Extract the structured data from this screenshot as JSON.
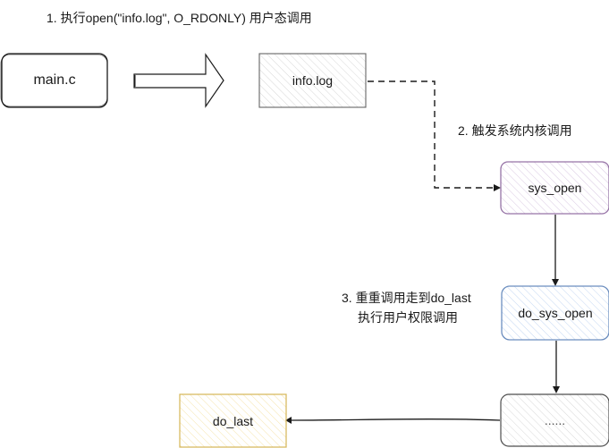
{
  "annotations": {
    "step1": "1. 执行open(\"info.log\", O_RDONLY) 用户态调用",
    "step2": "2. 触发系统内核调用",
    "step3_line1": "3. 重重调用走到do_last",
    "step3_line2": "执行用户权限调用"
  },
  "nodes": {
    "main": {
      "label": "main.c",
      "stroke": "#1a1a1a",
      "fill": "#ffffff"
    },
    "info_log": {
      "label": "info.log",
      "stroke": "#666666",
      "fill": "#f5f5f5"
    },
    "sys_open": {
      "label": "sys_open",
      "stroke": "#9673a6",
      "fill": "#e1d5e7"
    },
    "do_sys_open": {
      "label": "do_sys_open",
      "stroke": "#6c8ebf",
      "fill": "#dae8fc"
    },
    "ellipsis": {
      "label": "......",
      "stroke": "#666666",
      "fill": "#f5f5f5"
    },
    "do_last": {
      "label": "do_last",
      "stroke": "#d6b656",
      "fill": "#fff2cc"
    }
  },
  "edges": [
    {
      "from": "main",
      "to": "info_log",
      "style": "block-arrow"
    },
    {
      "from": "info_log",
      "to": "sys_open",
      "style": "dashed"
    },
    {
      "from": "sys_open",
      "to": "do_sys_open",
      "style": "solid"
    },
    {
      "from": "do_sys_open",
      "to": "ellipsis",
      "style": "solid"
    },
    {
      "from": "ellipsis",
      "to": "do_last",
      "style": "solid"
    }
  ]
}
